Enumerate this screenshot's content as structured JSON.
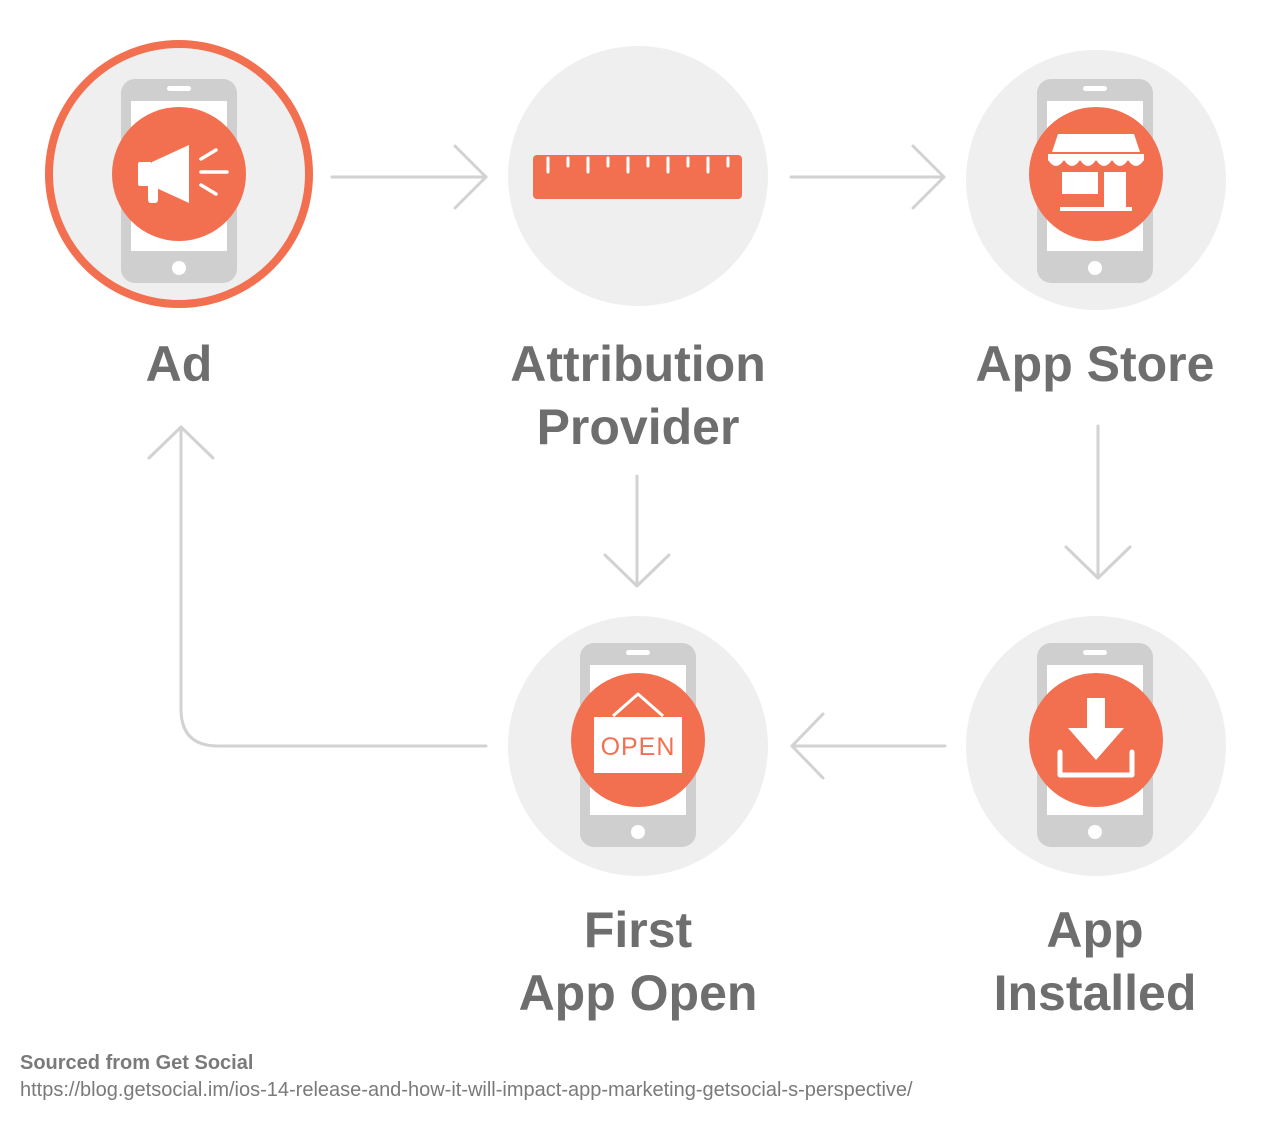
{
  "nodes": {
    "ad": {
      "label": "Ad"
    },
    "attribution": {
      "label_line1": "Attribution",
      "label_line2": "Provider"
    },
    "app_store": {
      "label": "App Store"
    },
    "first_open": {
      "label_line1": "First",
      "label_line2": "App Open",
      "sign_text": "OPEN"
    },
    "installed": {
      "label_line1": "App",
      "label_line2": "Installed"
    }
  },
  "source": {
    "title": "Sourced from Get Social",
    "url": "https://blog.getsocial.im/ios-14-release-and-how-it-will-impact-app-marketing-getsocial-s-perspective/"
  },
  "colors": {
    "accent": "#f26f4f",
    "circle_bg": "#efeff0",
    "phone": "#cfcfcf",
    "arrow": "#d2d2d2",
    "label_text": "#6e6e6e"
  }
}
